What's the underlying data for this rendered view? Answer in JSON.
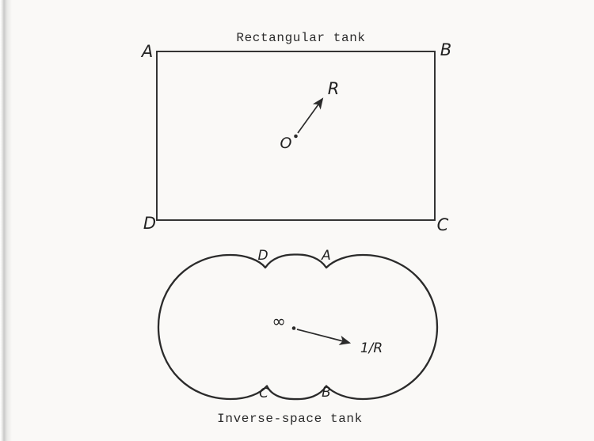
{
  "page": {
    "paper_color": "#faf9f7",
    "ink_color": "#2b2b2b"
  },
  "figure_top": {
    "title": "Rectangular tank",
    "corner_labels": {
      "top_left": "A",
      "top_right": "B",
      "bottom_right": "C",
      "bottom_left": "D"
    },
    "origin_label": "O",
    "vector_label": "R"
  },
  "figure_bottom": {
    "title": "Inverse-space tank",
    "cusp_labels": {
      "top_left": "D",
      "top_right": "A",
      "bottom_left": "C",
      "bottom_right": "B"
    },
    "center_label": "∞",
    "vector_label": "1/R"
  }
}
